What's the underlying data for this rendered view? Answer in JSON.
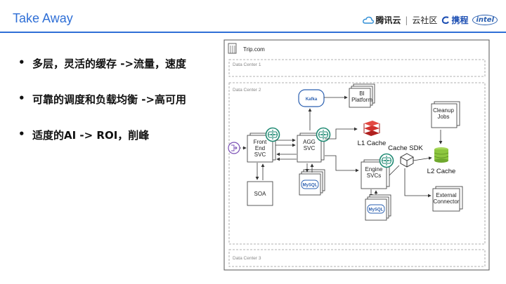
{
  "header": {
    "title": "Take Away",
    "logo_tencent": "腾讯云",
    "logo_separator": "|",
    "logo_community": "云社区",
    "logo_ctrip": "携程",
    "logo_intel": "intel"
  },
  "bullets": [
    "多层，灵活的缓存 ->流量，速度",
    "可靠的调度和负载均衡 ->高可用",
    "适度的AI -> ROI，削峰"
  ],
  "diagram": {
    "outer_label": "Trip.com",
    "dc1": "Data Center 1",
    "dc2": "Data Center 2",
    "dc3": "Data Center 3",
    "kafka": "Kafka",
    "bi_platform": [
      "BI",
      "Platform"
    ],
    "frontend_svc": [
      "Front",
      "End",
      "SVC"
    ],
    "agg_svc": [
      "AGG",
      "SVC"
    ],
    "soa": "SOA",
    "mysql": "MySQL",
    "l1_cache": "L1 Cache",
    "cache_sdk": "Cache SDK",
    "engine_svcs": [
      "Engine",
      "SVCs"
    ],
    "cleanup_jobs": [
      "Cleanup",
      "Jobs"
    ],
    "l2_cache": "L2 Cache",
    "external_connector": [
      "External",
      "Connector"
    ]
  },
  "colors": {
    "accent": "#2f6fd6",
    "ai_icon": "#1f8a73",
    "redis": "#d0312d",
    "l2": "#8dc63f"
  },
  "icons": [
    "cloud-icon",
    "ctrip-logo-icon",
    "building-icon",
    "ai-brain-icon",
    "redis-icon",
    "cube-icon",
    "database-icon",
    "gateway-icon"
  ]
}
